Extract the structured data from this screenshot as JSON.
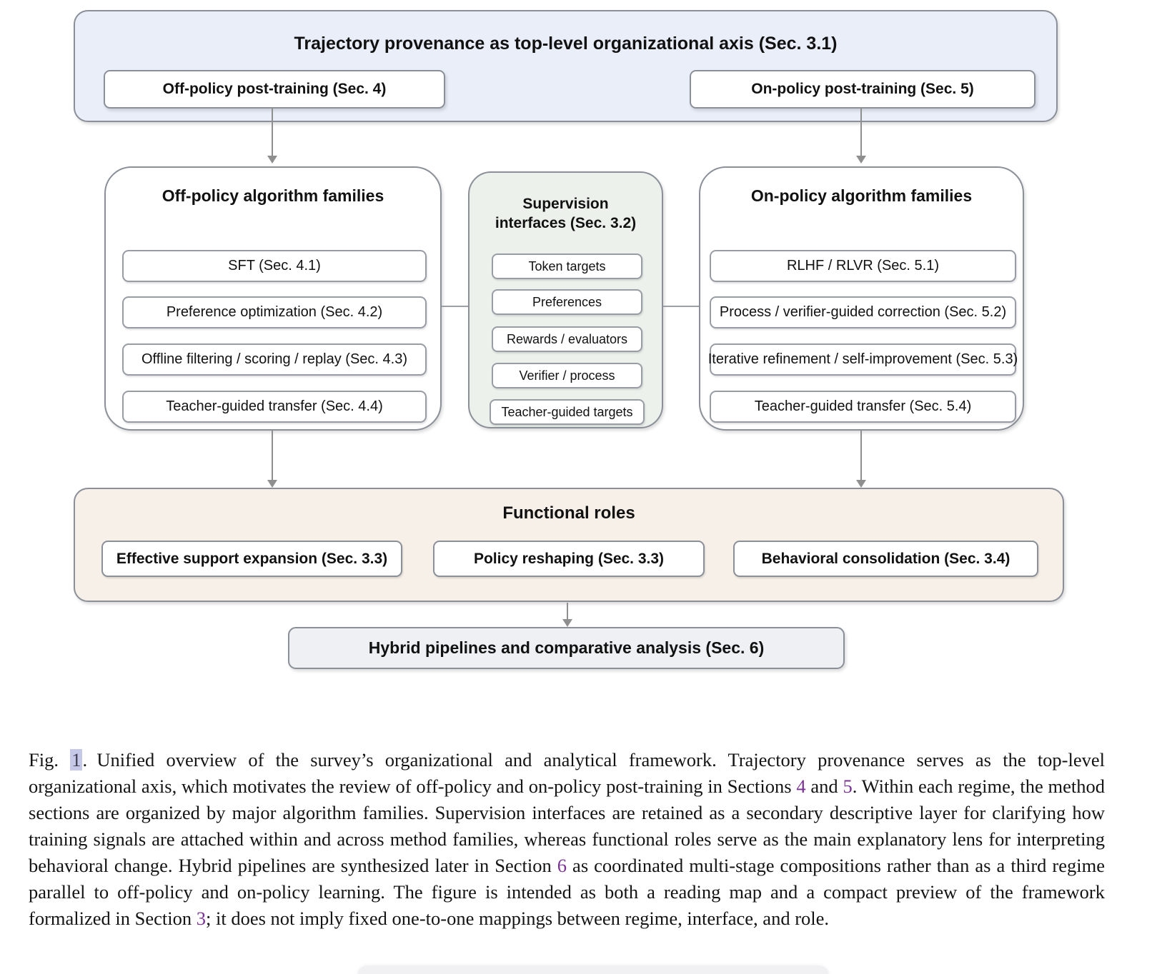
{
  "colors": {
    "top_box_fill": "#e9eef9",
    "supervision_box_fill": "#ecf1ec",
    "functional_box_fill": "#f6f0e8",
    "hybrid_box_fill": "#eef0f4",
    "box_border": "#8a8f98",
    "arrow": "#8f8f8f",
    "link": "#7b3294",
    "fig_ref_highlight": "#c5c9e7"
  },
  "diagram": {
    "top_axis": {
      "title": "Trajectory provenance as top-level organizational axis (Sec. 3.1)",
      "off_policy_label": "Off-policy post-training (Sec. 4)",
      "on_policy_label": "On-policy post-training (Sec. 5)"
    },
    "off_policy_families": {
      "title": "Off-policy algorithm families",
      "items": [
        "SFT (Sec. 4.1)",
        "Preference optimization (Sec. 4.2)",
        "Offline filtering / scoring / replay (Sec. 4.3)",
        "Teacher-guided transfer (Sec. 4.4)"
      ]
    },
    "supervision_interfaces": {
      "title": "Supervision interfaces (Sec. 3.2)",
      "items": [
        "Token targets",
        "Preferences",
        "Rewards / evaluators",
        "Verifier / process",
        "Teacher-guided targets"
      ]
    },
    "on_policy_families": {
      "title": "On-policy algorithm families",
      "items": [
        "RLHF / RLVR (Sec. 5.1)",
        "Process / verifier-guided correction (Sec. 5.2)",
        "Iterative refinement / self-improvement (Sec. 5.3)",
        "Teacher-guided transfer (Sec. 5.4)"
      ]
    },
    "functional_roles": {
      "title": "Functional roles",
      "items": [
        "Effective support expansion (Sec. 3.3)",
        "Policy reshaping (Sec. 3.3)",
        "Behavioral consolidation (Sec. 3.4)"
      ]
    },
    "hybrid": {
      "title": "Hybrid pipelines and comparative analysis (Sec. 6)"
    }
  },
  "caption": {
    "parts": [
      "Fig. ",
      "1",
      ". Unified overview of the survey’s organizational and analytical framework. Trajectory provenance serves as the top-level organizational axis, which motivates the review of off-policy and on-policy post-training in Sections ",
      "4",
      " and ",
      "5",
      ". Within each regime, the method sections are organized by major algorithm families. Supervision interfaces are retained as a secondary descriptive layer for clarifying how training signals are attached within and across method families, whereas functional roles serve as the main explanatory lens for interpreting behavioral change. Hybrid pipelines are synthesized later in Section ",
      "6",
      " as coordinated multi-stage compositions rather than as a third regime parallel to off-policy and on-policy learning. The figure is intended as both a reading map and a compact preview of the framework formalized in Section ",
      "3",
      "; it does not imply fixed one-to-one mappings between regime, interface, and role."
    ]
  }
}
